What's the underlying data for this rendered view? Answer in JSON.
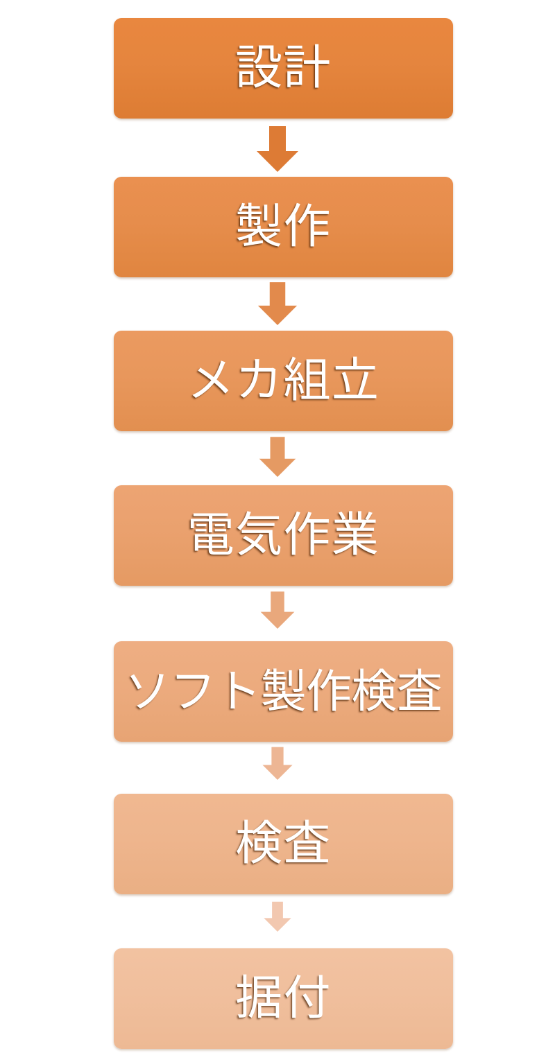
{
  "diagram": {
    "type": "vertical-flowchart",
    "title": "",
    "orientation": "top-to-bottom",
    "background_color": "#ffffff",
    "step_count": 7,
    "connector_count": 6,
    "steps": [
      {
        "id": "step-0",
        "order": 1,
        "label": "設計",
        "fill_top": "#e9873f",
        "fill_mid": "#e5853e",
        "fill_bottom": "#dd7c33",
        "text_color": "#ffffff"
      },
      {
        "id": "step-1",
        "order": 2,
        "label": "製作",
        "fill_top": "#ea9050",
        "fill_mid": "#e68d4c",
        "fill_bottom": "#e0853f",
        "text_color": "#ffffff"
      },
      {
        "id": "step-2",
        "order": 3,
        "label": "メカ組立",
        "fill_top": "#eb9a60",
        "fill_mid": "#e8975c",
        "fill_bottom": "#e28f50",
        "text_color": "#ffffff"
      },
      {
        "id": "step-3",
        "order": 4,
        "label": "電気作業",
        "fill_top": "#eda473",
        "fill_mid": "#eaa16e",
        "fill_bottom": "#e59a63",
        "text_color": "#ffffff"
      },
      {
        "id": "step-4",
        "order": 5,
        "label": "ソフト製作検査",
        "fill_top": "#eeae83",
        "fill_mid": "#ecab7e",
        "fill_bottom": "#e7a474",
        "text_color": "#ffffff"
      },
      {
        "id": "step-5",
        "order": 6,
        "label": "検査",
        "fill_top": "#f0b891",
        "fill_mid": "#eeb58d",
        "fill_bottom": "#eaaf84",
        "text_color": "#ffffff"
      },
      {
        "id": "step-6",
        "order": 7,
        "label": "据付",
        "fill_top": "#f2c2a1",
        "fill_mid": "#f0bf9d",
        "fill_bottom": "#edb994",
        "text_color": "#ffffff"
      }
    ],
    "connectors": [
      {
        "id": "arrow-0",
        "from": "設計",
        "to": "製作",
        "color": "#dd7b35",
        "width": 64,
        "height": 68
      },
      {
        "id": "arrow-1",
        "from": "製作",
        "to": "メカ組立",
        "color": "#e28a4c",
        "width": 60,
        "height": 64
      },
      {
        "id": "arrow-2",
        "from": "メカ組立",
        "to": "電気作業",
        "color": "#e59a63",
        "width": 56,
        "height": 60
      },
      {
        "id": "arrow-3",
        "from": "電気作業",
        "to": "ソフト製作検査",
        "color": "#e9a87c",
        "width": 52,
        "height": 56
      },
      {
        "id": "arrow-4",
        "from": "ソフト製作検査",
        "to": "検査",
        "color": "#edb694",
        "width": 46,
        "height": 52
      },
      {
        "id": "arrow-5",
        "from": "検査",
        "to": "据付",
        "color": "#f2c8b0",
        "width": 42,
        "height": 48
      }
    ]
  }
}
